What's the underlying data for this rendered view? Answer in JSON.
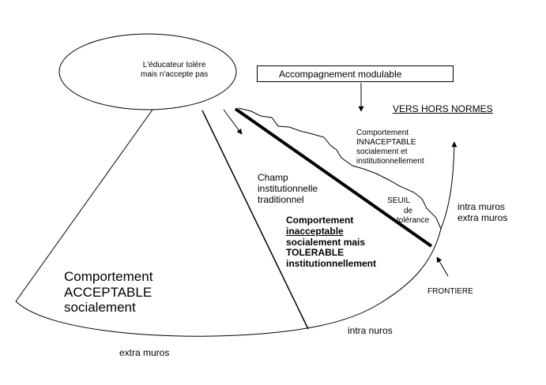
{
  "ellipse_label": {
    "line1": "L'éducateur tolére",
    "line2": "mais n'accepte pas"
  },
  "top_box": {
    "label": "Accompagnement modulable"
  },
  "vers_hors_normes": "VERS HORS NORMES",
  "comportement_inacceptable_top": {
    "line1": "Comportement",
    "line2": "INNACEPTABLE",
    "line3": "socialement et",
    "line4": "institutionnellement"
  },
  "champ_institutionnel": {
    "line1": "Champ",
    "line2": "institutionnelle",
    "line3": "traditionnel"
  },
  "seuil": {
    "line1": "SEUIL",
    "line2": "de",
    "line3": "tolérance"
  },
  "intra_extra_right": {
    "line1": "intra muros",
    "line2": "extra muros"
  },
  "comportement_tolerable": {
    "line1": "Comportement",
    "line2": "inacceptable",
    "line3": "socialement  mais",
    "line4": "TOLERABLE",
    "line5": "institutionnellement"
  },
  "frontiere": "FRONTIERE",
  "comportement_acceptable": {
    "line1": "Comportement",
    "line2": "ACCEPTABLE",
    "line3": "socialement"
  },
  "intra_nuros": "intra nuros",
  "extra_muros_bottom": "extra muros"
}
